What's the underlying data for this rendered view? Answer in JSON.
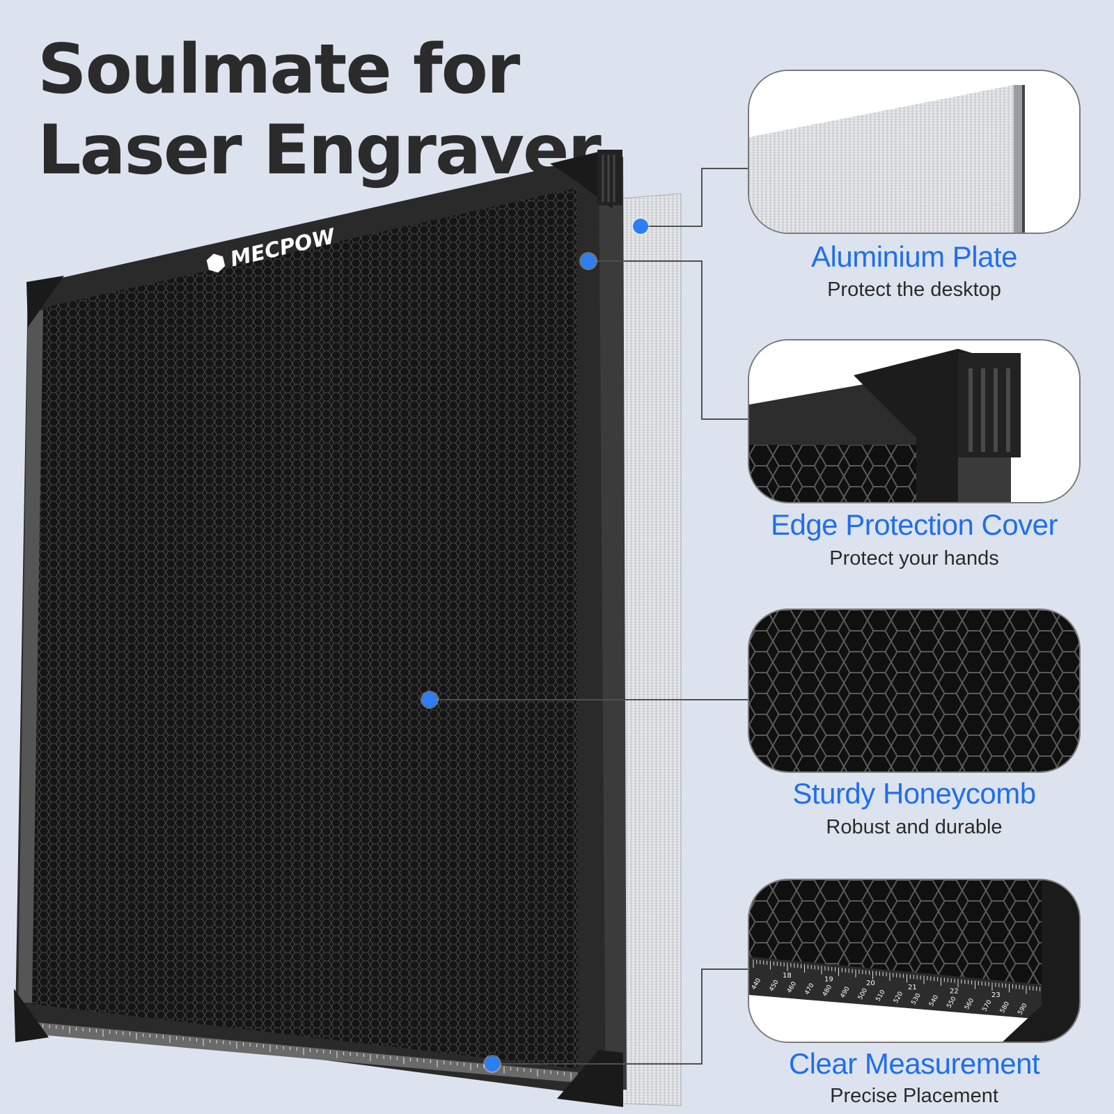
{
  "headline": {
    "line1": "Soulmate for",
    "line2": "Laser Engraver"
  },
  "brand": {
    "logo_text": "MECPOW"
  },
  "features": [
    {
      "title": "Aluminium Plate",
      "subtitle": "Protect the desktop"
    },
    {
      "title": "Edge Protection Cover",
      "subtitle": "Protect your hands"
    },
    {
      "title": "Sturdy Honeycomb",
      "subtitle": "Robust and durable"
    },
    {
      "title": "Clear Measurement",
      "subtitle": "Precise Placement"
    }
  ],
  "ruler": {
    "major_labels": [
      "18",
      "19",
      "20",
      "21",
      "22",
      "23"
    ],
    "minor_labels": [
      "440",
      "450",
      "460",
      "470",
      "480",
      "490",
      "500",
      "510",
      "520",
      "530",
      "540",
      "550",
      "560",
      "570",
      "580",
      "590"
    ]
  },
  "colors": {
    "accent": "#1f6ef0",
    "headline": "#2b2b2b",
    "background": "#dde3ee",
    "dot": "#2d7ef5"
  }
}
